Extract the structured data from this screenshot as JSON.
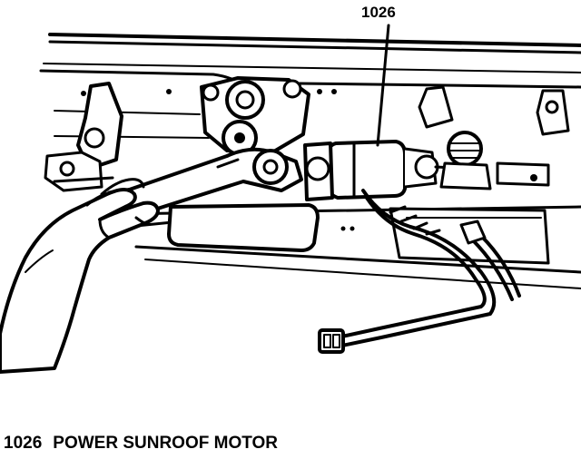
{
  "figure": {
    "callout_number": "1026",
    "caption": {
      "number": "1026",
      "text": "POWER SUNROOF MOTOR"
    }
  },
  "colors": {
    "ink": "#000000",
    "paper": "#ffffff"
  }
}
